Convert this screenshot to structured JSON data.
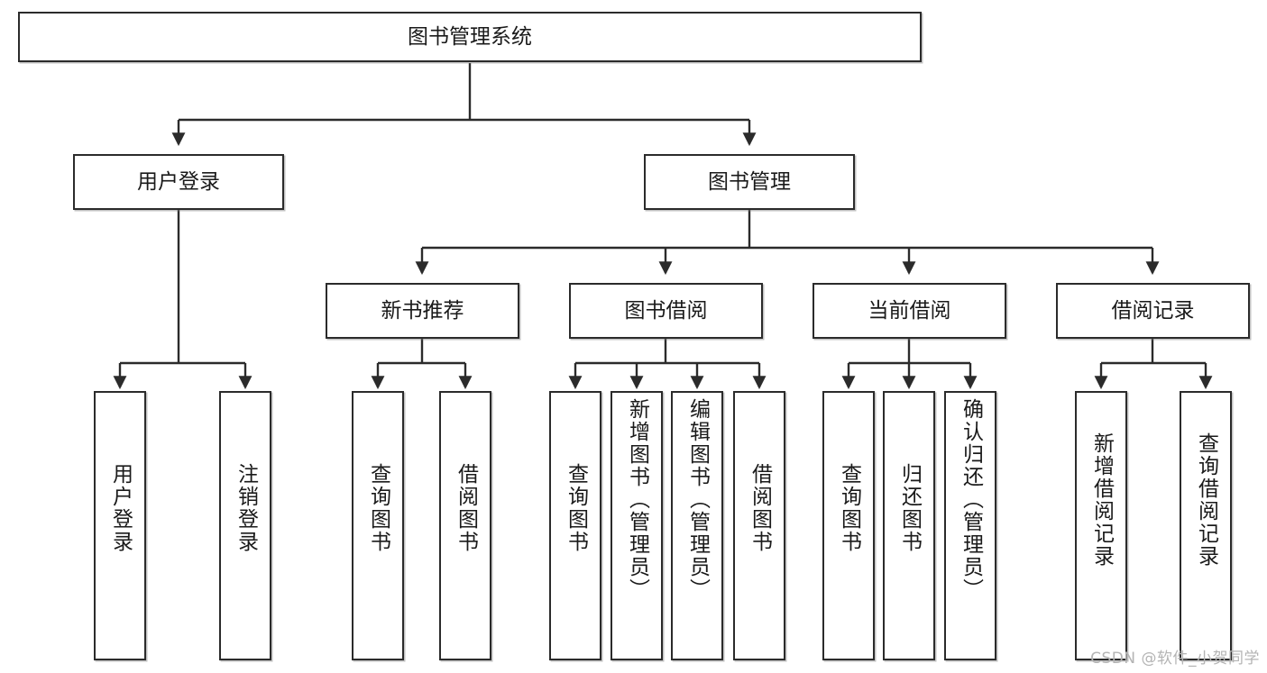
{
  "diagram": {
    "type": "tree-hierarchy",
    "title": "图书管理系统",
    "root": {
      "label": "图书管理系统"
    },
    "level2": [
      {
        "label": "用户登录"
      },
      {
        "label": "图书管理"
      }
    ],
    "level3": [
      {
        "label": "新书推荐"
      },
      {
        "label": "图书借阅"
      },
      {
        "label": "当前借阅"
      },
      {
        "label": "借阅记录"
      }
    ],
    "leaves": {
      "user_login": [
        {
          "label": "用户登录"
        },
        {
          "label": "注销登录"
        }
      ],
      "new_book_recommend": [
        {
          "label": "查询图书"
        },
        {
          "label": "借阅图书"
        }
      ],
      "book_borrow": [
        {
          "label": "查询图书"
        },
        {
          "label": "新增图书（管理员）"
        },
        {
          "label": "编辑图书（管理员）"
        },
        {
          "label": "借阅图书"
        }
      ],
      "current_borrow": [
        {
          "label": "查询图书"
        },
        {
          "label": "归还图书"
        },
        {
          "label": "确认归还（管理员）"
        }
      ],
      "borrow_record": [
        {
          "label": "新增借阅记录"
        },
        {
          "label": "查询借阅记录"
        }
      ]
    }
  },
  "watermark": {
    "text": "CSDN @软件_小贺同学"
  },
  "colors": {
    "stroke": "#2b2b2b",
    "text": "#1a1a1a",
    "background": "#ffffff",
    "watermark": "#b4b4b4"
  }
}
